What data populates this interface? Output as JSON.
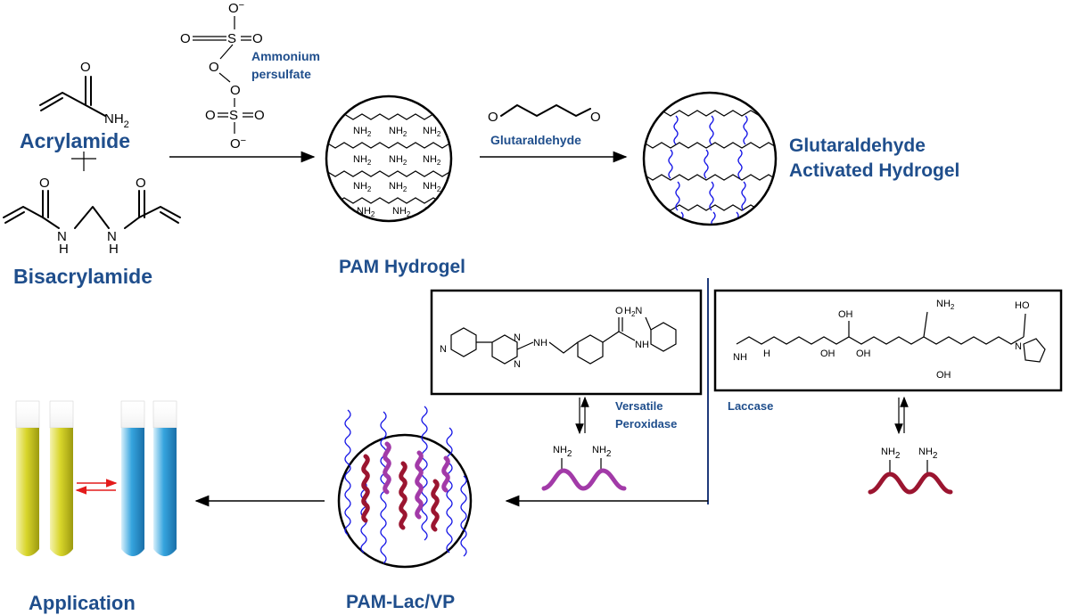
{
  "labels": {
    "acrylamide": "Acrylamide",
    "bisacrylamide": "Bisacrylamide",
    "ammonium": "Ammonium",
    "persulfate": "persulfate",
    "pam_hydrogel": "PAM Hydrogel",
    "glutaraldehyde": "Glutaraldehyde",
    "activated_line1": "Glutaraldehyde",
    "activated_line2": "Activated Hydrogel",
    "versatile": "Versatile",
    "peroxidase": "Peroxidase",
    "laccase": "Laccase",
    "pam_lac_vp": "PAM-Lac/VP",
    "application": "Application"
  },
  "chem": {
    "o": "O",
    "nh2": "NH",
    "sub2": "2",
    "nh": "NH",
    "n": "N",
    "h": "H",
    "s": "S",
    "o_minus": "O",
    "minus": "−",
    "oh": "OH",
    "h2n": "H",
    "ho": "HO",
    "plus": "+"
  },
  "colors": {
    "label_blue": "#1f4e8c",
    "crosslink_blue": "#1414e6",
    "enzyme_red": "#9b1530",
    "enzyme_purple": "#a23aa8",
    "tube_yellow": "#d8d52a",
    "tube_blue": "#35a4de",
    "equilibrium_red": "#e31b1b"
  }
}
